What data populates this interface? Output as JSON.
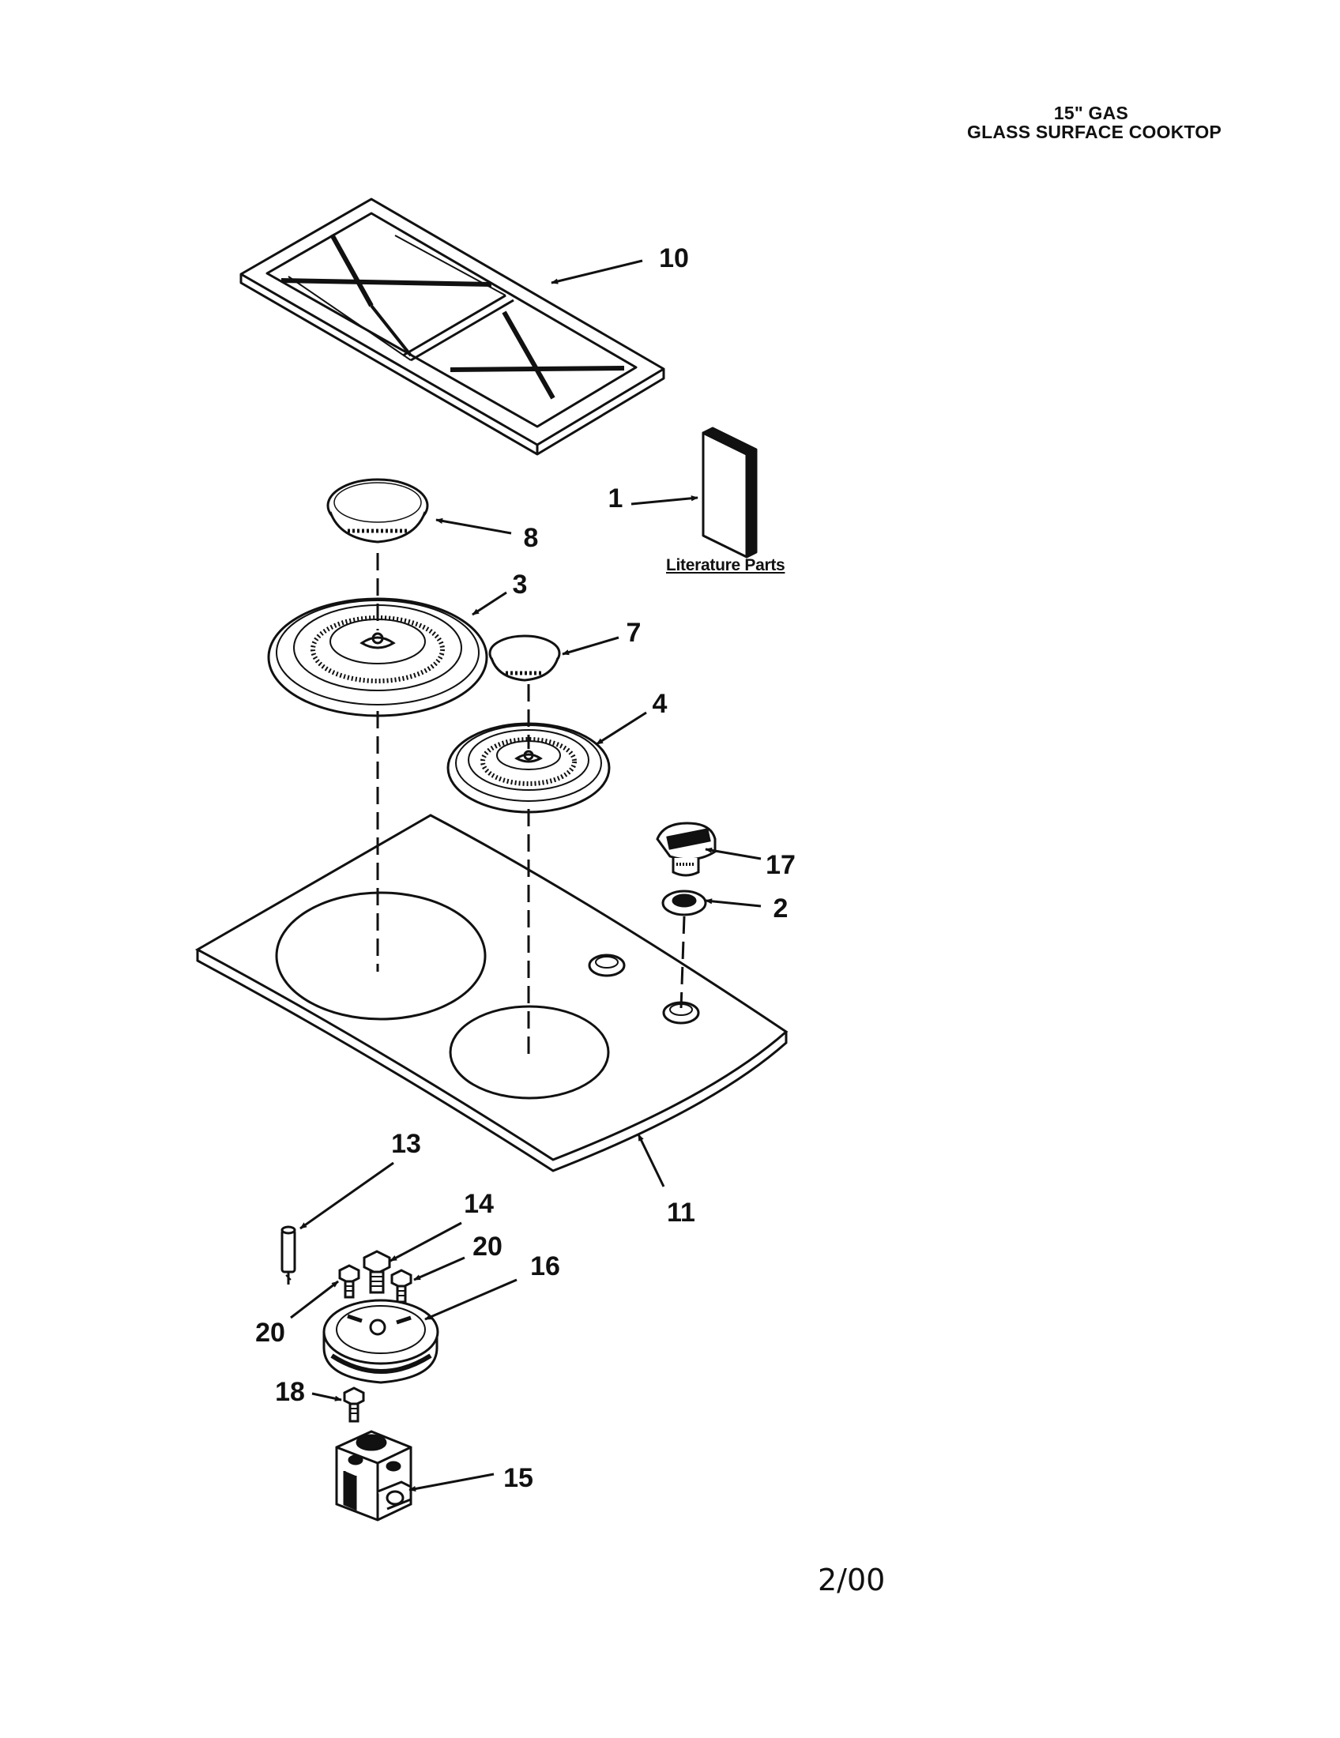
{
  "header": {
    "line1": "15\" GAS",
    "line2": "GLASS SURFACE COOKTOP"
  },
  "literature_label": "Literature Parts",
  "footer_date": "2/00",
  "callouts": {
    "grate": "10",
    "literature": "1",
    "small_burner_cap": "8",
    "large_burner_base": "3",
    "cap_7": "7",
    "burner_base_4": "4",
    "knob": "17",
    "bezel": "2",
    "glass_top": "11",
    "electrode": "13",
    "orifice": "14",
    "screw_right": "20",
    "burner_base_16": "16",
    "screw_left": "20",
    "screw_18": "18",
    "valve": "15"
  }
}
